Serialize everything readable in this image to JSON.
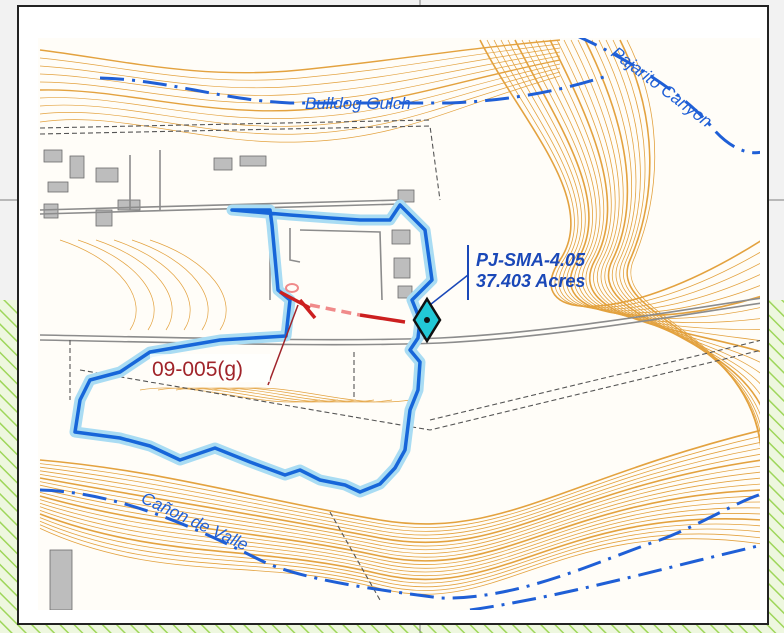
{
  "map": {
    "site": {
      "name": "PJ-SMA-4.05",
      "area": "37.403 Acres"
    },
    "feature_label": "09-005(g)",
    "streams": [
      {
        "name": "Bulldog Gulch"
      },
      {
        "name": "Pajarito Canyon"
      },
      {
        "name": "Cañon de Valle"
      }
    ],
    "colors": {
      "contour": "#e3a23f",
      "stream": "#1f5fd6",
      "boundary": "#1766d9",
      "boundary_halo": "#a9dcf3",
      "feature": "#cc1f1f",
      "feature_label": "#a0242a",
      "marker_fill": "#22c8d6",
      "hatch": "#9ed65a",
      "road": "#8c8c8c"
    },
    "icons": {
      "site_marker": "diamond-marker-icon"
    }
  }
}
